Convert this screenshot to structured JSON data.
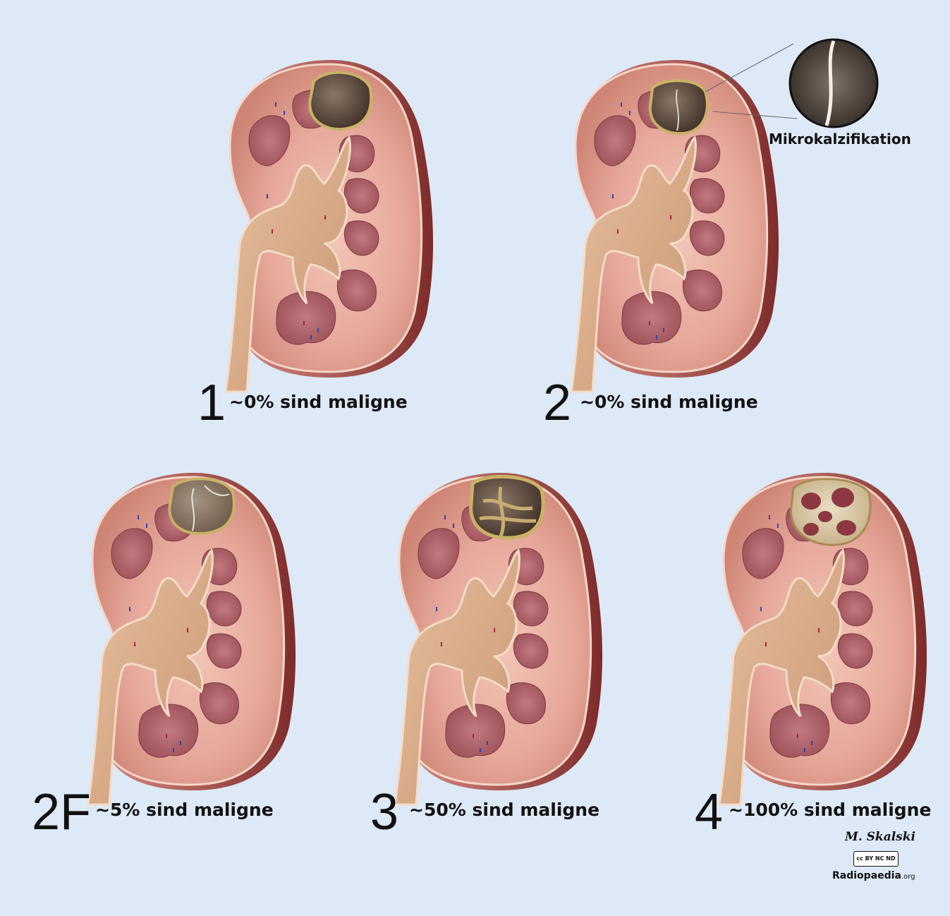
{
  "zoom_label": "Mikrokalzifikation",
  "categories": [
    {
      "id": "1",
      "label": "~0% sind maligne"
    },
    {
      "id": "2",
      "label": "~0% sind maligne"
    },
    {
      "id": "2F",
      "label": "~5% sind maligne"
    },
    {
      "id": "3",
      "label": "~50% sind maligne"
    },
    {
      "id": "4",
      "label": "~100% sind maligne"
    }
  ],
  "credits": {
    "signature": "M. Skalski",
    "license": "cc BY NC ND",
    "site": "Radiopaedia",
    "site_suffix": ".org"
  }
}
